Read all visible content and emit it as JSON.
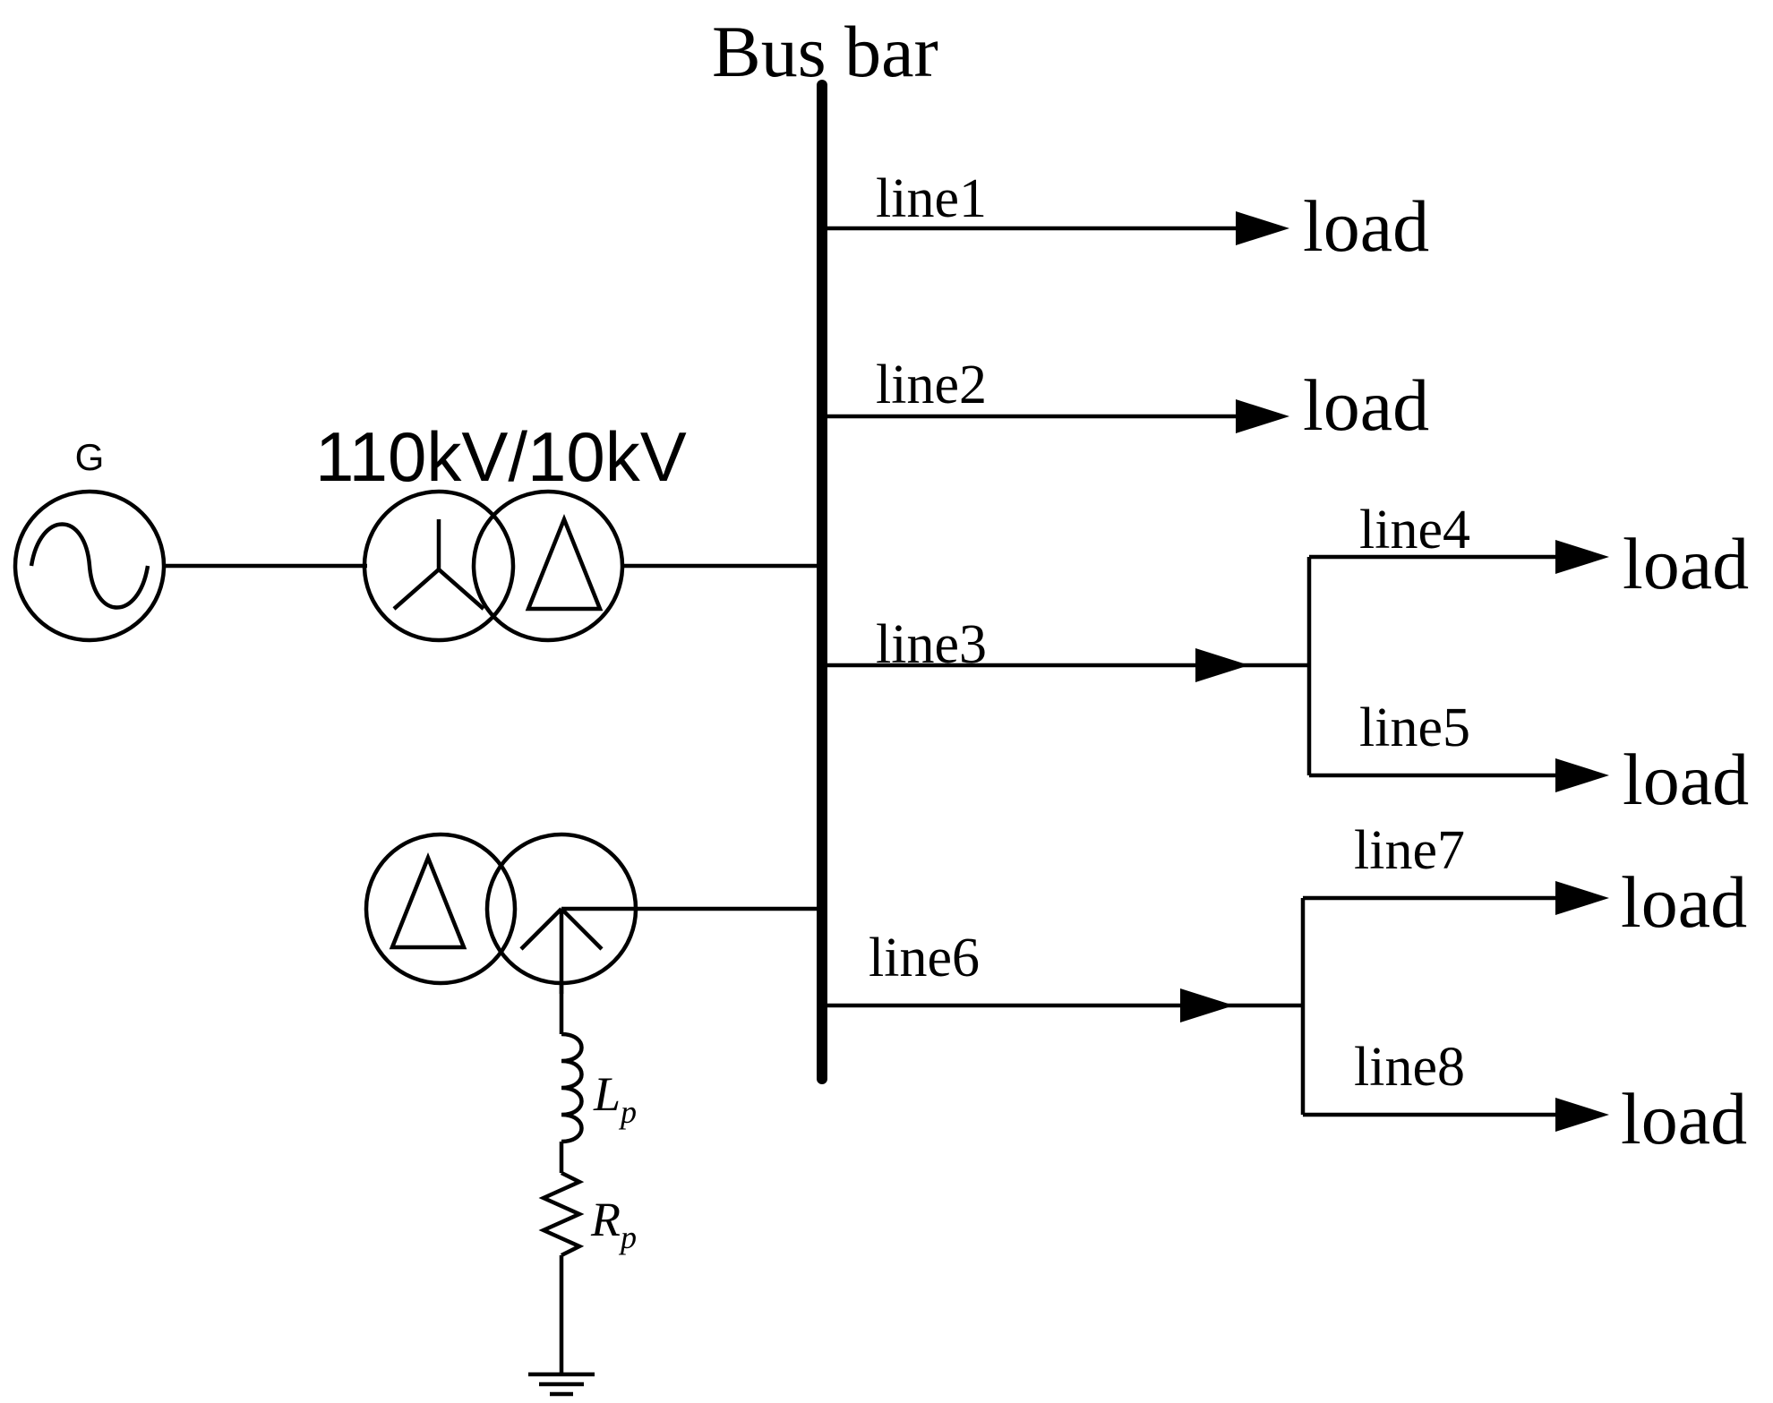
{
  "bus_label": "Bus bar",
  "generator": {
    "label": "G"
  },
  "transformer_main": {
    "label": "110kV/10kV"
  },
  "grounding": {
    "inductor": {
      "symbol": "L",
      "subscript": "p"
    },
    "resistor": {
      "symbol": "R",
      "subscript": "p"
    }
  },
  "lines": [
    {
      "label": "line1",
      "load": "load"
    },
    {
      "label": "line2",
      "load": "load"
    },
    {
      "label": "line3"
    },
    {
      "label": "line4",
      "load": "load"
    },
    {
      "label": "line5",
      "load": "load"
    },
    {
      "label": "line6"
    },
    {
      "label": "line7",
      "load": "load"
    },
    {
      "label": "line8",
      "load": "load"
    }
  ]
}
